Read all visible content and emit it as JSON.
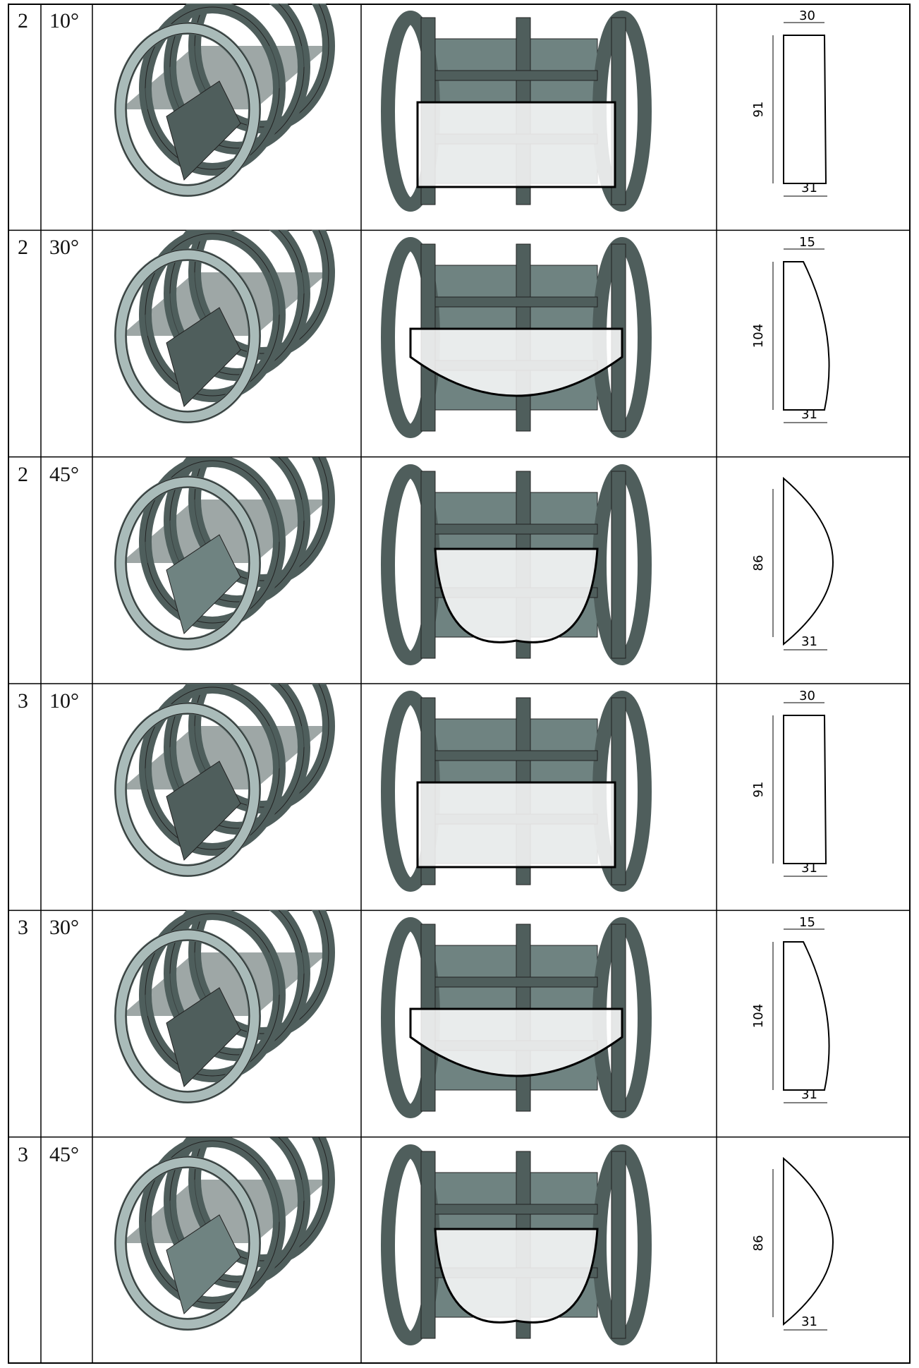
{
  "rows": [
    {
      "num": "2",
      "angle": "10°",
      "dims": {
        "top": "30",
        "height": "91",
        "bottom": "31"
      },
      "shape": "rect"
    },
    {
      "num": "2",
      "angle": "30°",
      "dims": {
        "top": "15",
        "height": "104",
        "bottom": "31"
      },
      "shape": "arc"
    },
    {
      "num": "2",
      "angle": "45°",
      "dims": {
        "top": "",
        "height": "86",
        "bottom": "31"
      },
      "shape": "half"
    },
    {
      "num": "3",
      "angle": "10°",
      "dims": {
        "top": "30",
        "height": "91",
        "bottom": "31"
      },
      "shape": "rect"
    },
    {
      "num": "3",
      "angle": "30°",
      "dims": {
        "top": "15",
        "height": "104",
        "bottom": "31"
      },
      "shape": "arc"
    },
    {
      "num": "3",
      "angle": "45°",
      "dims": {
        "top": "",
        "height": "86",
        "bottom": "31"
      },
      "shape": "half"
    }
  ],
  "colors": {
    "metal_dark": "#4f5e5c",
    "metal_mid": "#6f8381",
    "metal_light": "#a9bbb9",
    "line": "#111111"
  }
}
